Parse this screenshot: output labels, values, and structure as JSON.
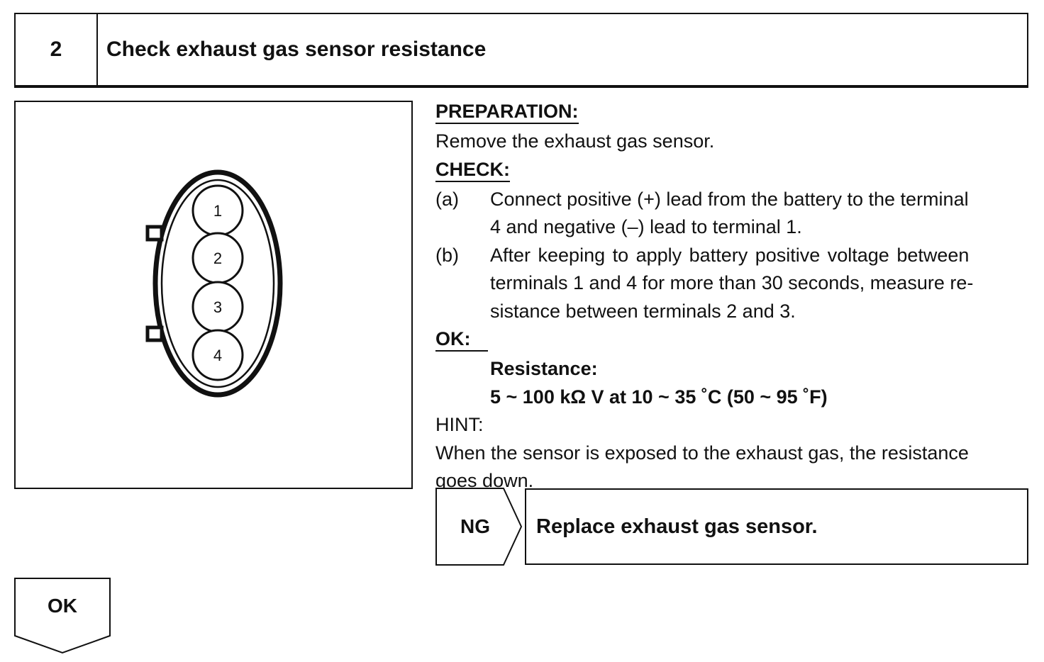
{
  "step": {
    "number": "2",
    "title": "Check exhaust gas sensor resistance"
  },
  "diagram": {
    "pins": [
      "1",
      "2",
      "3",
      "4"
    ]
  },
  "procedure": {
    "preparation_heading": "PREPARATION:",
    "preparation_text": "Remove the exhaust gas sensor.",
    "check_heading": "CHECK:",
    "check_items": [
      {
        "mark": "(a)",
        "lines": [
          "Connect positive (+) lead from the battery to the terminal",
          "4 and negative (–) lead to terminal 1."
        ]
      },
      {
        "mark": "(b)",
        "lines": [
          "After keeping to apply battery positive voltage between",
          "terminals 1 and 4 for more than 30 seconds, measure re-",
          "sistance between terminals 2 and 3."
        ]
      }
    ],
    "ok_heading": "OK:",
    "spec_label": "Resistance:",
    "spec_value": "5 ~ 100 kΩ V at 10 ~ 35 ˚C (50 ~ 95 ˚F)",
    "hint_heading": "HINT:",
    "hint_lines": [
      "When the sensor is exposed to the exhaust gas, the resistance",
      "goes down."
    ]
  },
  "results": {
    "ng_label": "NG",
    "ng_action": "Replace exhaust gas sensor.",
    "ok_label": "OK"
  }
}
